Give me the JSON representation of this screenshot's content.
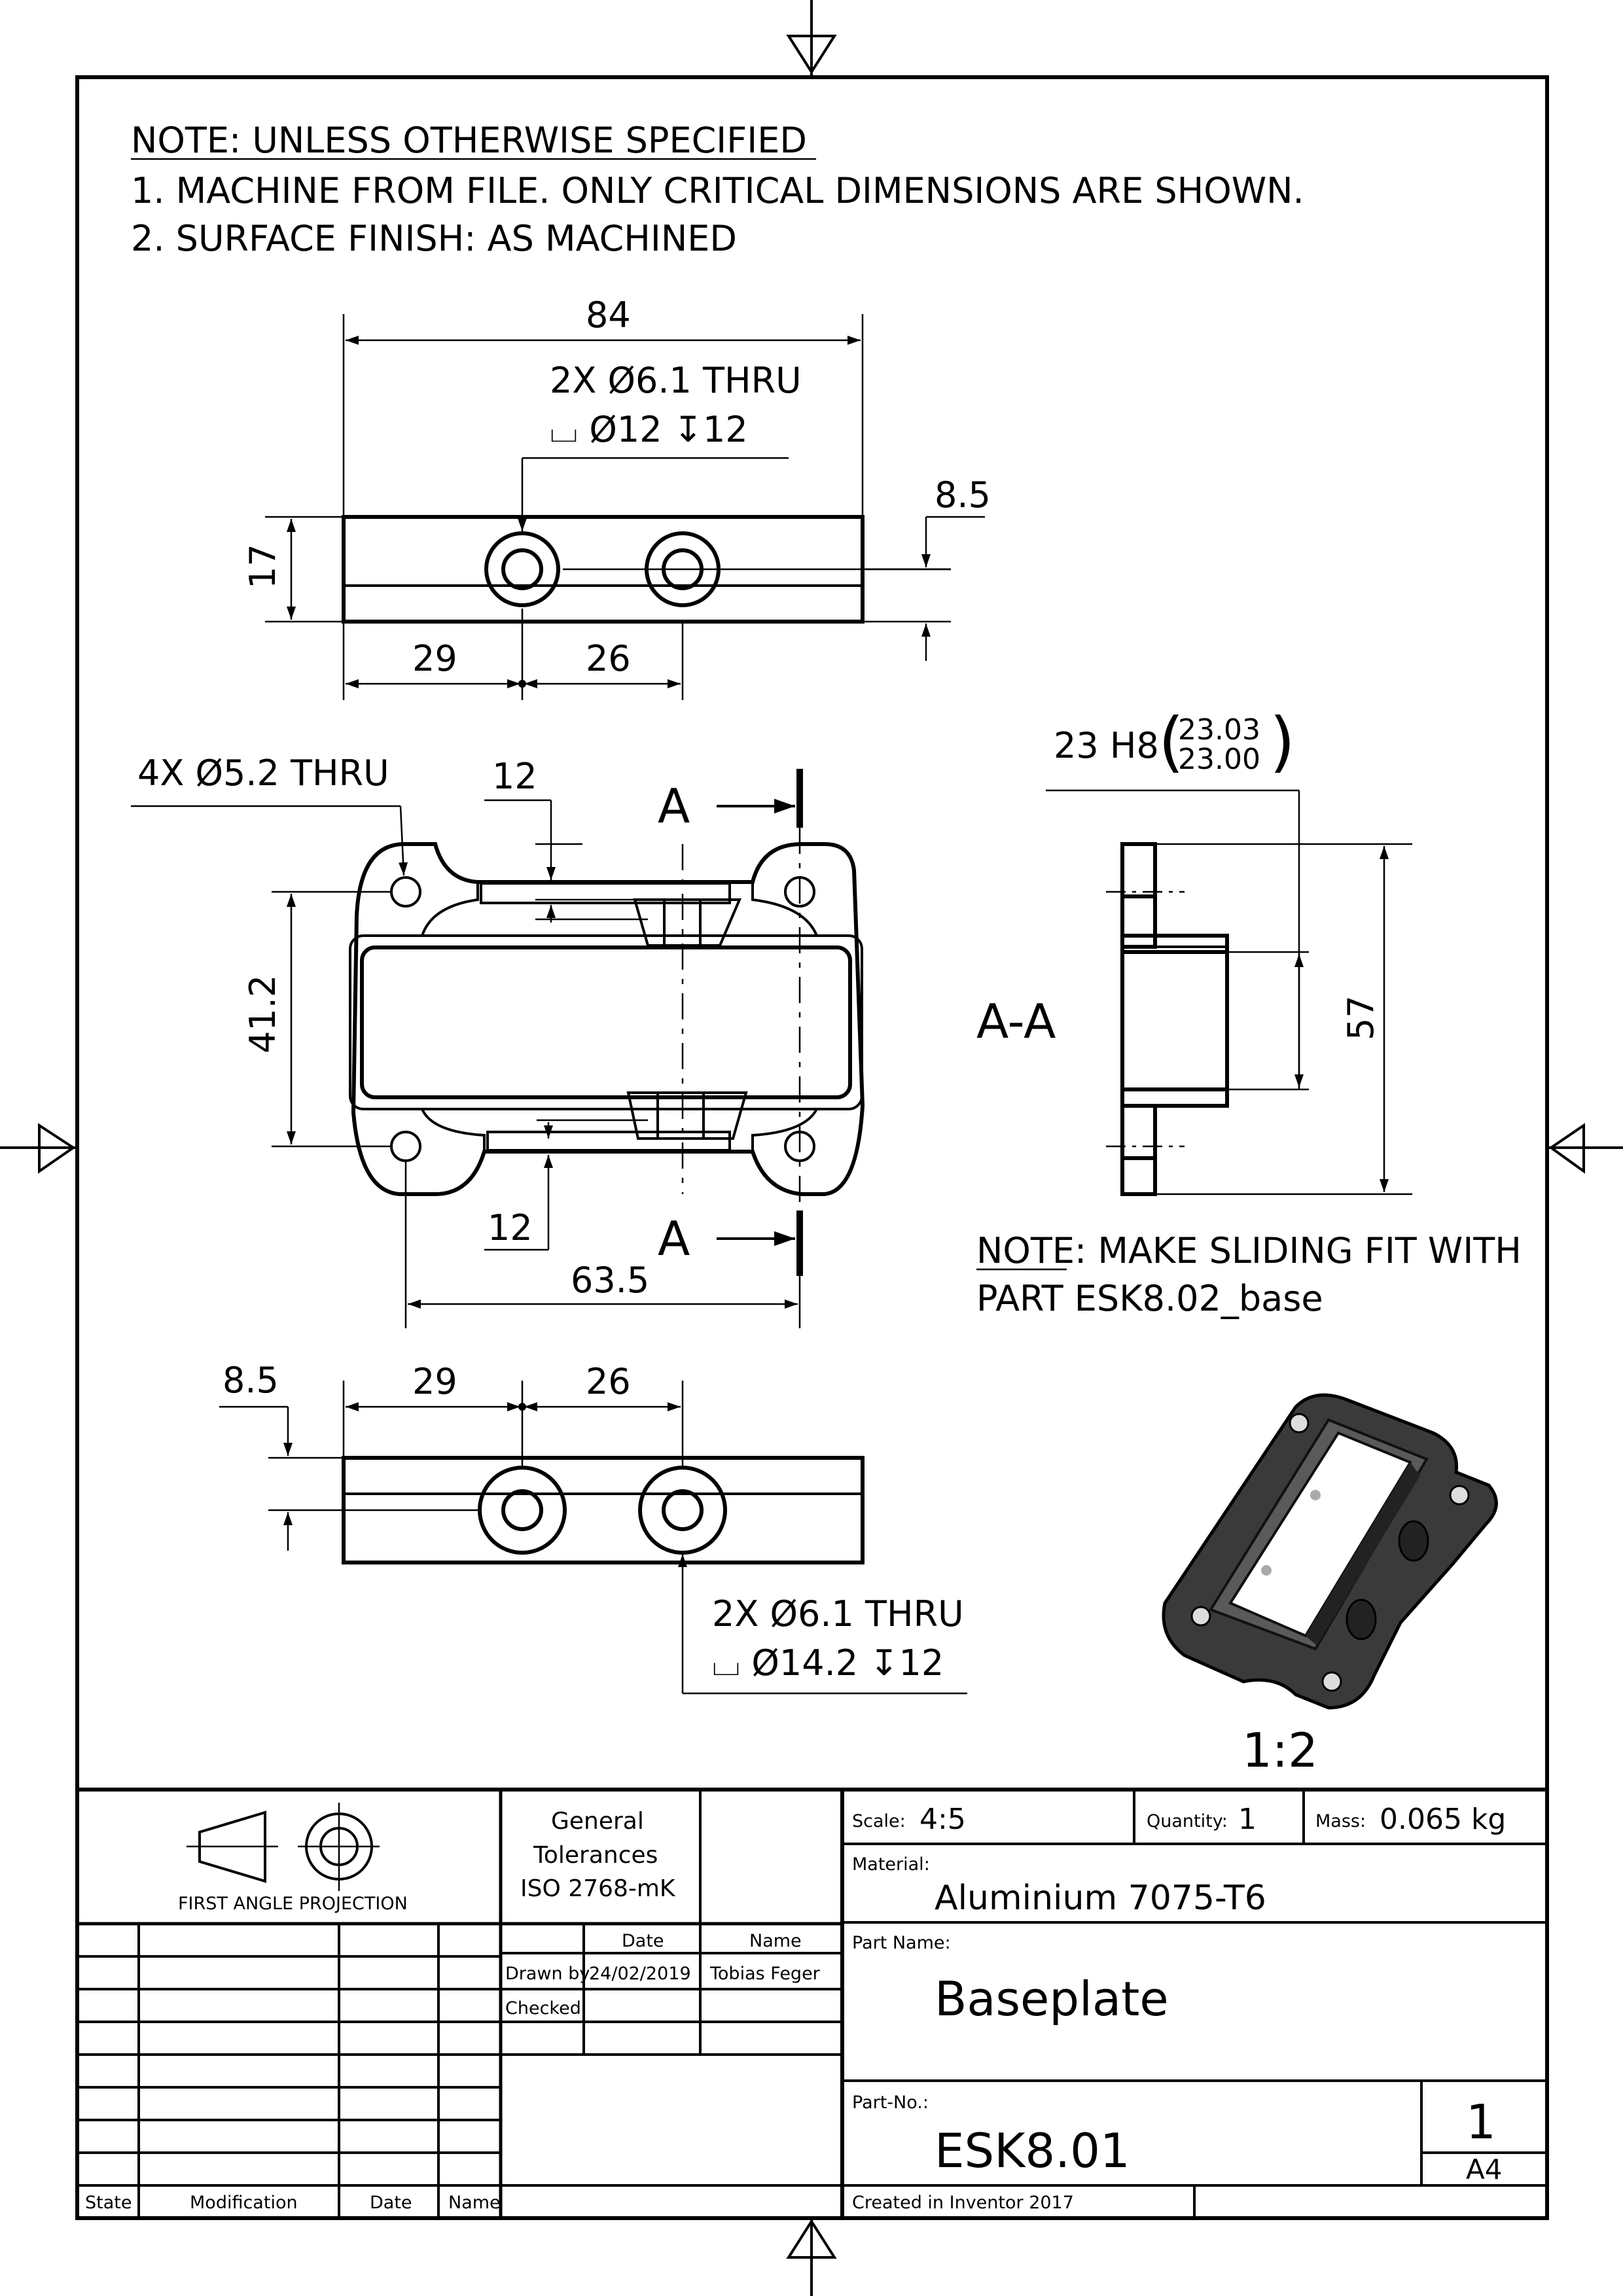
{
  "notes": {
    "header": "NOTE: UNLESS OTHERWISE SPECIFIED",
    "line1": "1.  MACHINE FROM FILE. ONLY CRITICAL DIMENSIONS ARE SHOWN.",
    "line2": "2.  SURFACE FINISH: AS MACHINED"
  },
  "top_view": {
    "width": "84",
    "hole_callout_1": "2X  Ø6.1 THRU",
    "hole_callout_2": "⌴  Ø12  ↧12",
    "height": "17",
    "offset": "8.5",
    "x1": "29",
    "x2": "26"
  },
  "front_view": {
    "holes_callout": "4X  Ø5.2 THRU",
    "slot_top": "12",
    "slot_bottom": "12",
    "height": "41.2",
    "width": "63.5",
    "section_marker": "A"
  },
  "section_view": {
    "label": "A-A",
    "fit_label": "23 H8",
    "fit_upper": "23.03",
    "fit_lower": "23.00",
    "height": "57"
  },
  "fit_note": {
    "prefix": "NOTE",
    "line1": ": MAKE SLIDING FIT WITH",
    "line2": "PART ESK8.02_base"
  },
  "bottom_view": {
    "offset": "8.5",
    "x1": "29",
    "x2": "26",
    "hole_callout_1": "2X  Ø6.1 THRU",
    "hole_callout_2": "⌴  Ø14.2  ↧12"
  },
  "iso_view": {
    "scale": "1:2"
  },
  "title_block": {
    "projection": "FIRST ANGLE PROJECTION",
    "tolerances_1": "General",
    "tolerances_2": "Tolerances",
    "tolerances_3": "ISO 2768-mK",
    "scale_label": "Scale:",
    "scale_value": "4:5",
    "quantity_label": "Quantity:",
    "quantity_value": "1",
    "mass_label": "Mass:",
    "mass_value": "0.065 kg",
    "material_label": "Material:",
    "material_value": "Aluminium 7075-T6",
    "part_name_label": "Part Name:",
    "part_name_value": "Baseplate",
    "part_no_label": "Part-No.:",
    "part_no_value": "ESK8.01",
    "sheet_no": "1",
    "sheet_size": "A4",
    "created": "Created in Inventor 2017",
    "date_header": "Date",
    "name_header": "Name",
    "drawn_label": "Drawn by",
    "drawn_date": "24/02/2019",
    "drawn_name": "Tobias Feger",
    "checked_label": "Checked",
    "rev_state": "State",
    "rev_mod": "Modification",
    "rev_date": "Date",
    "rev_name": "Name"
  }
}
